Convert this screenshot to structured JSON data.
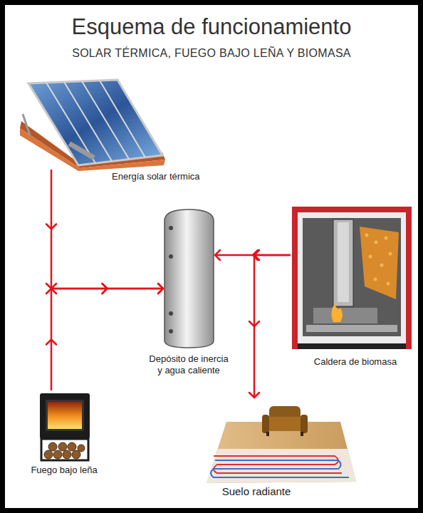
{
  "diagram": {
    "title": "Esquema de funcionamiento",
    "nodes": [
      {
        "text": [
          "Energía solar térmica"
        ]
      },
      {
        "text": [
          "Depósito de inercia y agua caliente"
        ]
      },
      {
        "text": [
          "Caldera de biomasa"
        ]
      },
      {
        "text": [
          "Fuego bajo leña"
        ]
      },
      {
        "text": [
          "Suelo radiante"
        ]
      }
    ],
    "edges": [
      {
        "from": 0,
        "to": 1,
        "arrow": "to"
      },
      {
        "from": 3,
        "to": 1,
        "arrow": "to"
      },
      {
        "from": 2,
        "to": 1,
        "arrow": "to"
      },
      {
        "from": 2,
        "to": 4,
        "arrow": "to"
      }
    ],
    "labels": [
      "SOLAR TÉRMICA, FUEGO BAJO LEÑA Y BIOMASA"
    ]
  }
}
